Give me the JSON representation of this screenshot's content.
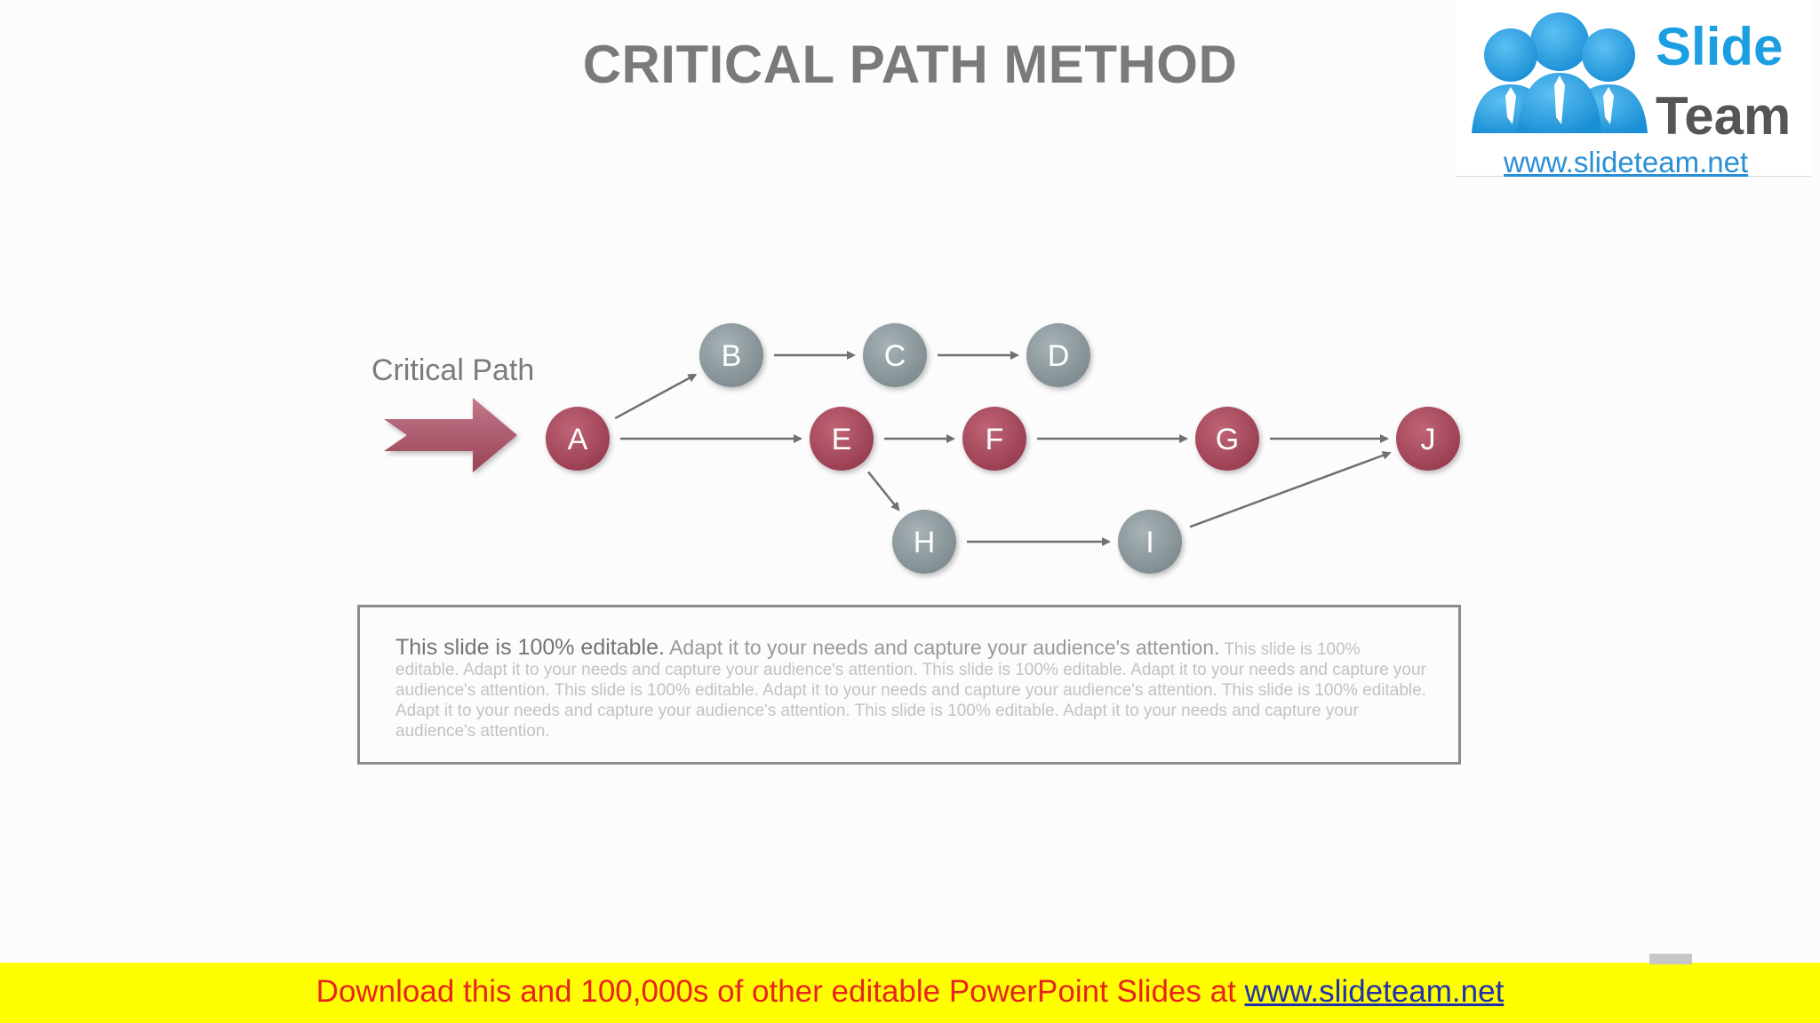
{
  "slide": {
    "title": "CRITICAL PATH METHOD"
  },
  "logo": {
    "brand_line1": "Slide",
    "brand_line2": "Team",
    "url": "www.slideteam.net",
    "brand_color": "#1c9ee3"
  },
  "diagram": {
    "label": "Critical Path",
    "colors": {
      "critical": "#a8475a",
      "non_critical": "#8d9a9e",
      "arrow": "#707070"
    },
    "nodes": [
      {
        "id": "A",
        "critical": true
      },
      {
        "id": "B",
        "critical": false
      },
      {
        "id": "C",
        "critical": false
      },
      {
        "id": "D",
        "critical": false
      },
      {
        "id": "E",
        "critical": true
      },
      {
        "id": "F",
        "critical": true
      },
      {
        "id": "G",
        "critical": true
      },
      {
        "id": "H",
        "critical": false
      },
      {
        "id": "I",
        "critical": false
      },
      {
        "id": "J",
        "critical": true
      }
    ],
    "edges": [
      {
        "from": "A",
        "to": "B"
      },
      {
        "from": "B",
        "to": "C"
      },
      {
        "from": "C",
        "to": "D"
      },
      {
        "from": "A",
        "to": "E"
      },
      {
        "from": "E",
        "to": "F"
      },
      {
        "from": "F",
        "to": "G"
      },
      {
        "from": "G",
        "to": "J"
      },
      {
        "from": "E",
        "to": "H"
      },
      {
        "from": "H",
        "to": "I"
      },
      {
        "from": "I",
        "to": "J"
      }
    ]
  },
  "textbox": {
    "lead": "This slide is 100% editable.",
    "sub": " Adapt it to your needs and capture your audience's attention.",
    "body": " This slide is 100% editable. Adapt it to your needs and capture your audience's attention. This slide is 100% editable. Adapt it to your needs and capture your audience's attention. This slide is 100% editable. Adapt it to your needs and capture your audience's attention. This slide is 100% editable. Adapt it to your needs and capture your audience's attention. This slide is 100% editable. Adapt it to your needs and capture your audience's attention."
  },
  "footer": {
    "text": "Download this and 100,000s of other editable PowerPoint Slides at ",
    "link": "www.slideteam.net"
  }
}
